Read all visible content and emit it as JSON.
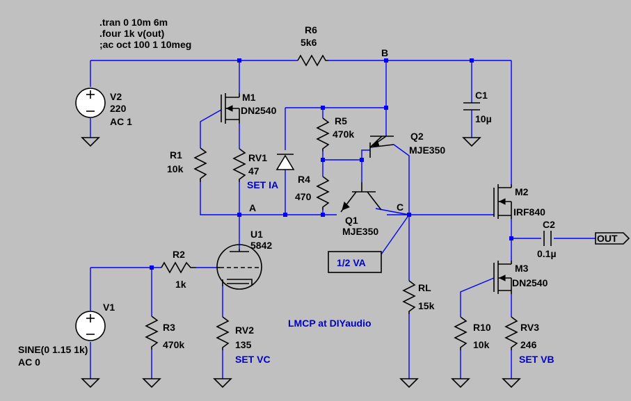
{
  "directives": [
    ".tran 0 10m 6m",
    ".four 1k v(out)",
    ";ac oct 100 1 10meg"
  ],
  "components": {
    "V2": {
      "name": "V2",
      "value": "220",
      "extra": "AC 1"
    },
    "V1": {
      "name": "V1",
      "value": "SINE(0 1.15 1k)",
      "extra": "AC 0"
    },
    "R6": {
      "name": "R6",
      "value": "5k6"
    },
    "M1": {
      "name": "M1",
      "value": "DN2540"
    },
    "R1": {
      "name": "R1",
      "value": "10k"
    },
    "RV1": {
      "name": "RV1",
      "value": "47"
    },
    "R5": {
      "name": "R5",
      "value": "470k"
    },
    "R4": {
      "name": "R4",
      "value": "470"
    },
    "Q1": {
      "name": "Q1",
      "value": "MJE350"
    },
    "Q2": {
      "name": "Q2",
      "value": "MJE350"
    },
    "C1": {
      "name": "C1",
      "value": "10µ"
    },
    "M2": {
      "name": "M2",
      "value": "IRF840"
    },
    "C2": {
      "name": "C2",
      "value": "0.1µ"
    },
    "M3": {
      "name": "M3",
      "value": "DN2540"
    },
    "R10": {
      "name": "R10",
      "value": "10k"
    },
    "RV3": {
      "name": "RV3",
      "value": "246"
    },
    "U1": {
      "name": "U1",
      "value": "5842"
    },
    "R2": {
      "name": "R2",
      "value": "1k"
    },
    "R3": {
      "name": "R3",
      "value": "470k"
    },
    "RV2": {
      "name": "RV2",
      "value": "135"
    },
    "RL": {
      "name": "RL",
      "value": "15k"
    }
  },
  "nodes": {
    "A": "A",
    "B": "B",
    "C": "C"
  },
  "notes": {
    "set_ia": "SET IA",
    "set_vc": "SET VC",
    "set_vb": "SET VB",
    "credit": "LMCP at DIYaudio",
    "half_va": "1/2 VA"
  },
  "out_label": "OUT",
  "colors": {
    "background": "#c0c0c0",
    "wire": "#0000ff",
    "component": "#000000",
    "note": "#0000cc"
  }
}
